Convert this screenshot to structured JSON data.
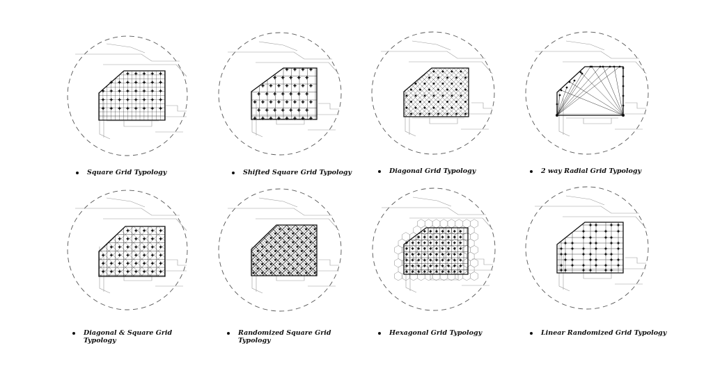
{
  "diagrams": [
    {
      "id": "square",
      "caption_lines": [
        "Square Grid Typology"
      ]
    },
    {
      "id": "shifted",
      "caption_lines": [
        "Shifted Square Grid Typology"
      ]
    },
    {
      "id": "diagonal",
      "caption_lines": [
        "Diagonal  Grid Typology"
      ]
    },
    {
      "id": "radial",
      "caption_lines": [
        "2 way Radial  Grid Typology"
      ]
    },
    {
      "id": "diag-square",
      "caption_lines": [
        "Diagonal &  Square Grid",
        "Typology"
      ]
    },
    {
      "id": "random-square",
      "caption_lines": [
        "Randomized Square Grid",
        "Typology"
      ]
    },
    {
      "id": "hexagonal",
      "caption_lines": [
        "Hexagonal Grid Typology"
      ]
    },
    {
      "id": "linear-random",
      "caption_lines": [
        "Linear Randomized  Grid Typology"
      ]
    }
  ],
  "colors": {
    "ink": "#111111",
    "context_lines": "#9a9a9a",
    "dashed_circle": "#555555"
  }
}
